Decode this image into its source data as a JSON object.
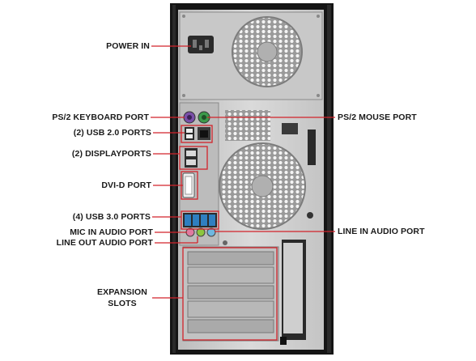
{
  "diagram": {
    "labels": {
      "power_in": "POWER IN",
      "ps2_keyboard": "PS/2 KEYBOARD PORT",
      "usb2": "(2) USB 2.0 PORTS",
      "displayports": "(2) DISPLAYPORTS",
      "dvi": "DVI-D PORT",
      "usb3": "(4) USB 3.0 PORTS",
      "mic_in": "MIC IN AUDIO PORT",
      "line_out": "LINE OUT AUDIO PORT",
      "expansion_line1": "EXPANSION",
      "expansion_line2": "SLOTS",
      "ps2_mouse": "PS/2 MOUSE PORT",
      "line_in": "LINE IN AUDIO PORT"
    },
    "colors": {
      "callout": "#d2232a",
      "case_frame": "#111111",
      "panel": "#cfcfcf",
      "ps2_keyboard": "#7a4fa8",
      "ps2_mouse": "#3c9a4a",
      "usb3": "#2f7fc0",
      "mic": "#e07aa0",
      "line_out": "#8cc63f",
      "line_in": "#6fb8e0"
    }
  }
}
